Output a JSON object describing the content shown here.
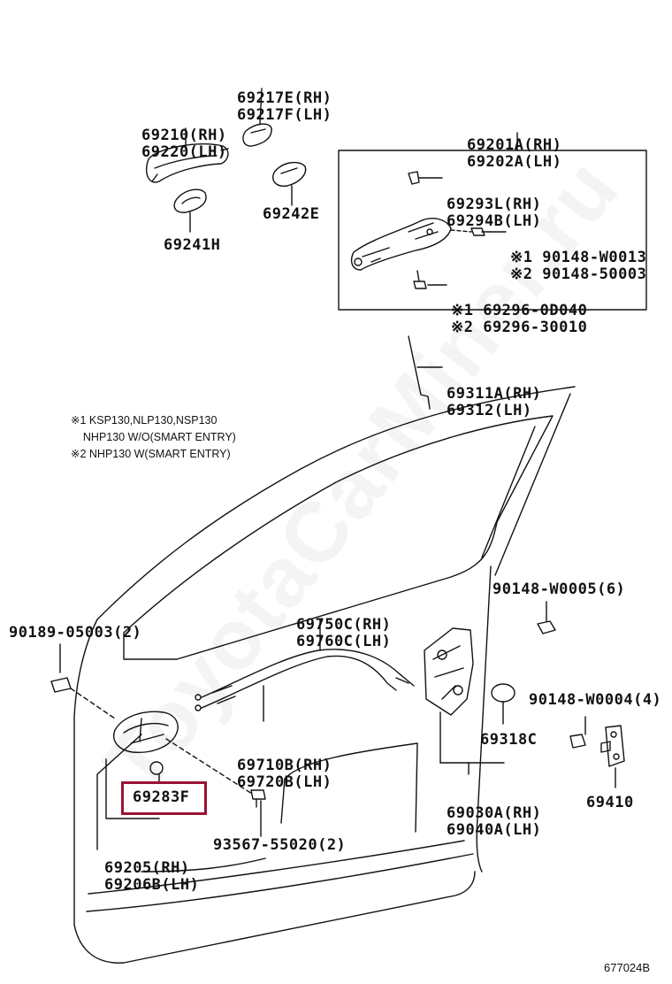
{
  "labels": {
    "p69217": [
      "69217E(RH)",
      "69217F(LH)"
    ],
    "p69210": [
      "69210(RH)",
      "69220(LH)"
    ],
    "p69201": [
      "69201A(RH)",
      "69202A(LH)"
    ],
    "p69293": [
      "69293L(RH)",
      "69294B(LH)"
    ],
    "p90148a": [
      "※1 90148-W0013",
      "※2 90148-50003"
    ],
    "p69296": [
      "※1 69296-0D040",
      "※2 69296-30010"
    ],
    "p69242": "69242E",
    "p69241": "69241H",
    "p69311": [
      "69311A(RH)",
      "69312(LH)"
    ],
    "p69750": [
      "69750C(RH)",
      "69760C(LH)"
    ],
    "p90148b": "90148-W0005(6)",
    "p90189": "90189-05003(2)",
    "p90148c": "90148-W0004(4)",
    "p69710": [
      "69710B(RH)",
      "69720B(LH)"
    ],
    "p69318": "69318C",
    "p69283": "69283F",
    "p69030": [
      "69030A(RH)",
      "69040A(LH)"
    ],
    "p69410": "69410",
    "p69205": [
      "69205(RH)",
      "69206B(LH)"
    ],
    "p93567": "93567-55020(2)"
  },
  "notes": [
    "※1 KSP130,NLP130,NSP130",
    "    NHP130 W/O(SMART ENTRY)",
    "※2 NHP130 W(SMART ENTRY)"
  ],
  "highlight_color": "#9b1233",
  "watermark": "ToyotaCarMiner.ru",
  "ref_code": "677024B"
}
